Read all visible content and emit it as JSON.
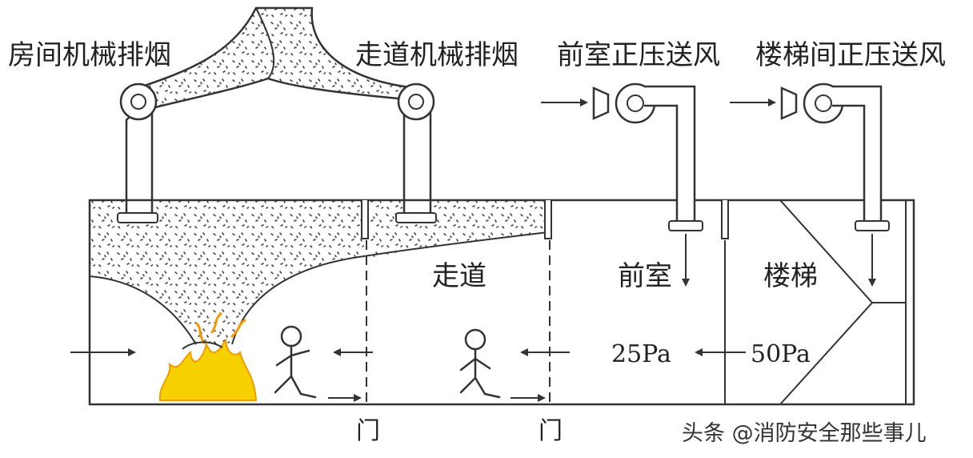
{
  "labels": {
    "room_exhaust": "房间机械排烟",
    "corridor_exhaust": "走道机械排烟",
    "anteroom_supply": "前室正压送风",
    "stair_supply": "楼梯间正压送风",
    "corridor": "走道",
    "anteroom": "前室",
    "stair": "楼梯",
    "pressure_anteroom": "25Pa",
    "pressure_stair": "50Pa",
    "door_1": "门",
    "door_2": "门"
  },
  "watermark": "头条 @消防安全那些事儿",
  "colors": {
    "line": "#333333",
    "fire": "#f7d000",
    "fire_edge": "#f39a00"
  }
}
